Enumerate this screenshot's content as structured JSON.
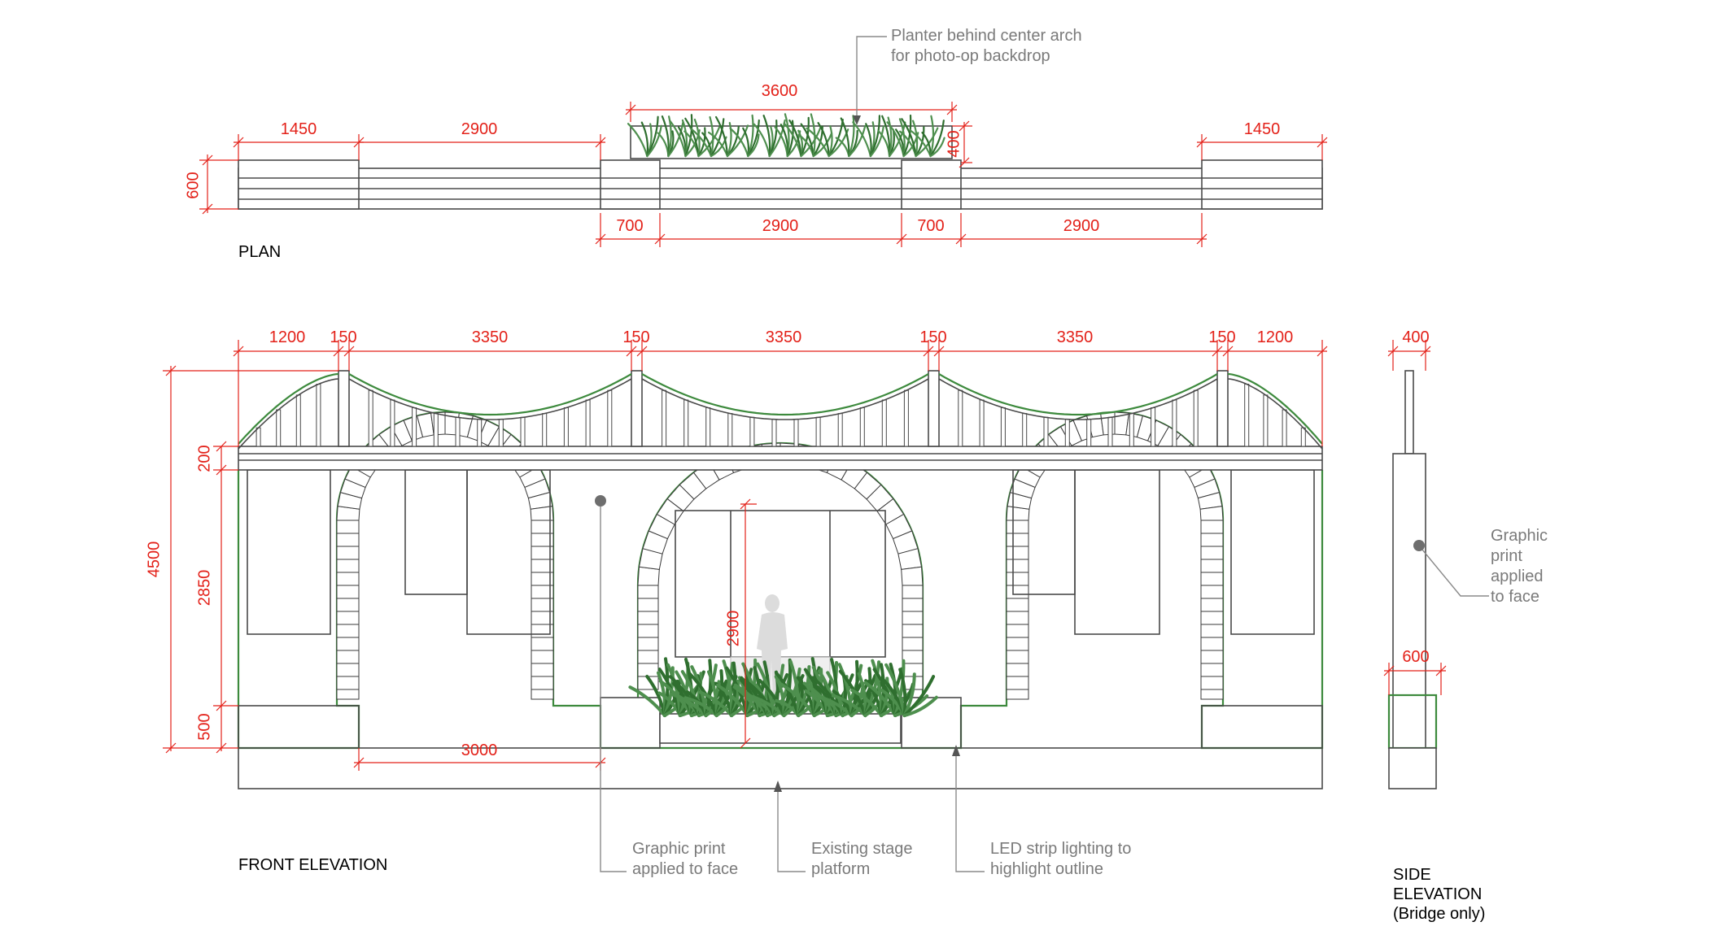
{
  "views": {
    "plan": "PLAN",
    "front": "FRONT ELEVATION",
    "side": [
      "SIDE",
      "ELEVATION",
      "(Bridge only)"
    ]
  },
  "notes": {
    "planter": [
      "Planter behind center arch",
      "for photo-op backdrop"
    ],
    "graphic_front": [
      "Graphic print",
      "applied to face"
    ],
    "stage": [
      "Existing stage",
      "platform"
    ],
    "led": [
      "LED strip lighting to",
      "highlight outline"
    ],
    "graphic_side": [
      "Graphic",
      "print",
      "applied",
      "to face"
    ]
  },
  "dimensions": {
    "plan_top": [
      "1450",
      "2900",
      "3600",
      "1450"
    ],
    "plan_bottom": [
      "700",
      "2900",
      "700",
      "2900"
    ],
    "plan_planter_depth": "400",
    "plan_depth": "600",
    "front_top": [
      "1200",
      "150",
      "3350",
      "150",
      "3350",
      "150",
      "3350",
      "150",
      "1200"
    ],
    "front_total_height": "4500",
    "front_deck": "200",
    "front_wall": "2850",
    "front_base": "500",
    "front_opening": "3000",
    "center_arch": "2900",
    "side_top": "400",
    "side_base": "600"
  },
  "colors": {
    "dimension": "#e32119",
    "outline_green": "#3d8a3d",
    "note_grey": "#7a7a7a",
    "foliage": "#4e8f4e"
  }
}
